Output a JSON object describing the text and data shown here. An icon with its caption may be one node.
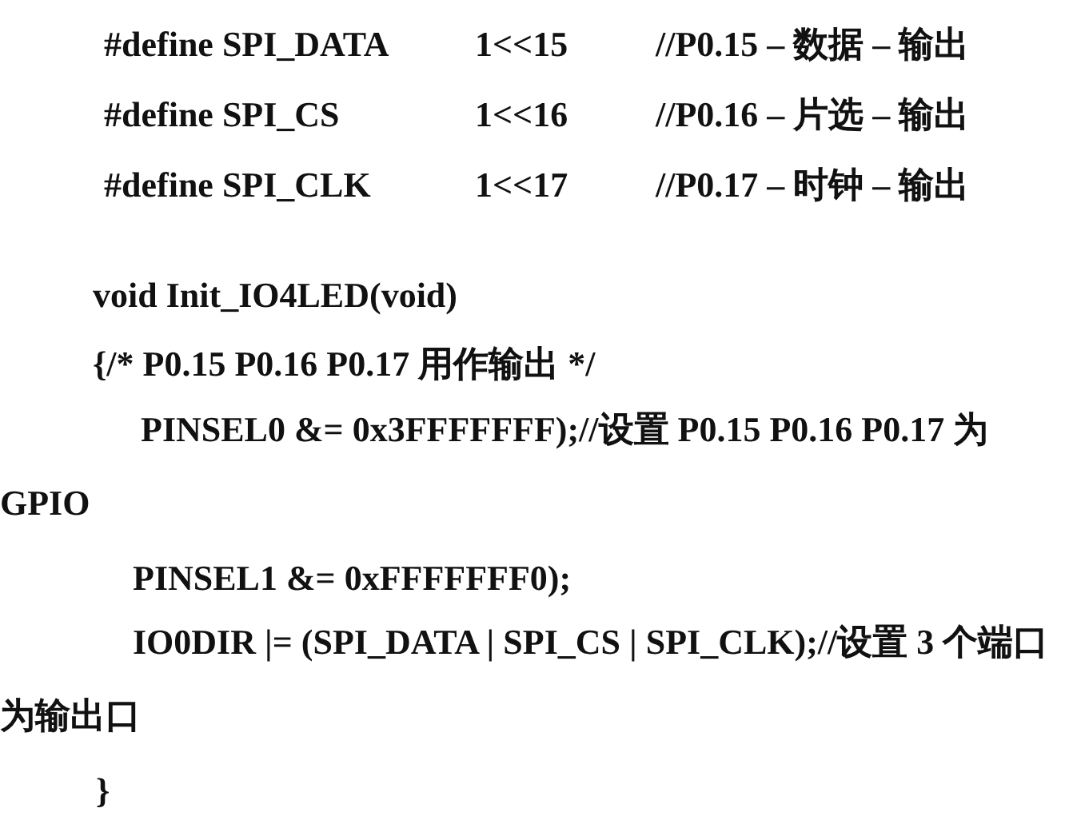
{
  "diagram": {
    "labels": [
      "#define SPI_DATA",
      "1<<15",
      "//P0.15 – 数据 – 输出",
      "#define SPI_CS",
      "1<<16",
      "//P0.16 – 片选 – 输出",
      "#define SPI_CLK",
      "1<<17",
      "//P0.17 – 时钟 – 输出",
      "void Init_IO4LED(void)",
      "{/* P0.15 P0.16 P0.17 用作输出 */",
      "PINSEL0 &= 0x3FFFFFFF);//设置 P0.15 P0.16 P0.17 为 GPIO",
      "PINSEL1 &= 0xFFFFFFF0);",
      "IO0DIR |= (SPI_DATA | SPI_CS | SPI_CLK);//设置 3 个端口为输出口",
      "}"
    ]
  }
}
